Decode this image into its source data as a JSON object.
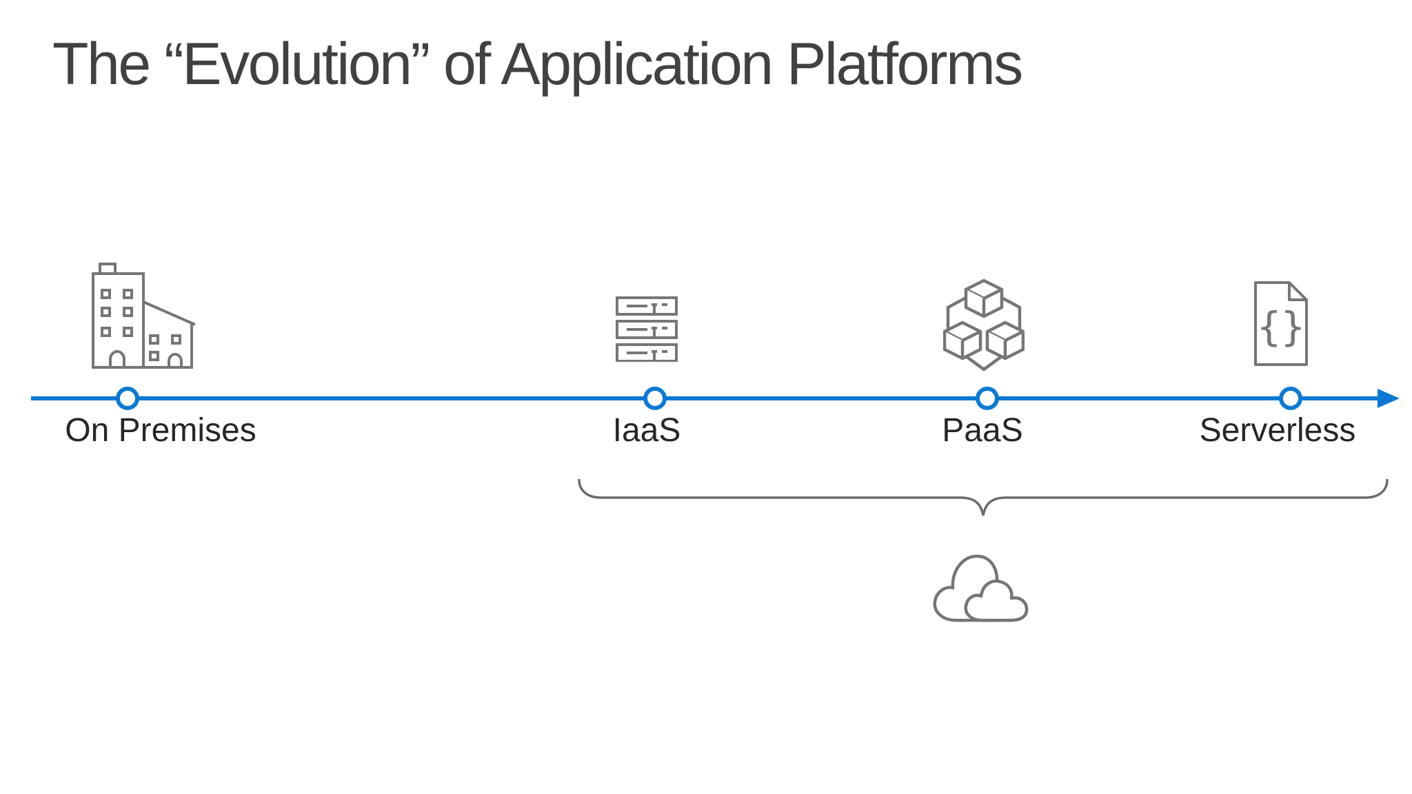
{
  "slide": {
    "title": "The “Evolution” of Application Platforms",
    "background_color": "#ffffff"
  },
  "timeline": {
    "line_color": "#0b79d4",
    "node_style": "white-circle-blue-ring",
    "arrow_direction": "right",
    "stages": [
      {
        "label": "On Premises",
        "icon": "building-icon"
      },
      {
        "label": "IaaS",
        "icon": "server-rack-icon"
      },
      {
        "label": "PaaS",
        "icon": "connected-cubes-icon"
      },
      {
        "label": "Serverless",
        "icon": "code-document-icon"
      }
    ]
  },
  "icons": {
    "code_glyph": "{}"
  },
  "annotation": {
    "brace_icon": "curly-brace-down",
    "cloud_icon": "cloud-icon"
  },
  "colors": {
    "accent_blue": "#0b79d4",
    "icon_gray": "#767676",
    "brace_gray": "#6b6b6b",
    "title_gray": "#414141",
    "label_dark": "#262626"
  }
}
